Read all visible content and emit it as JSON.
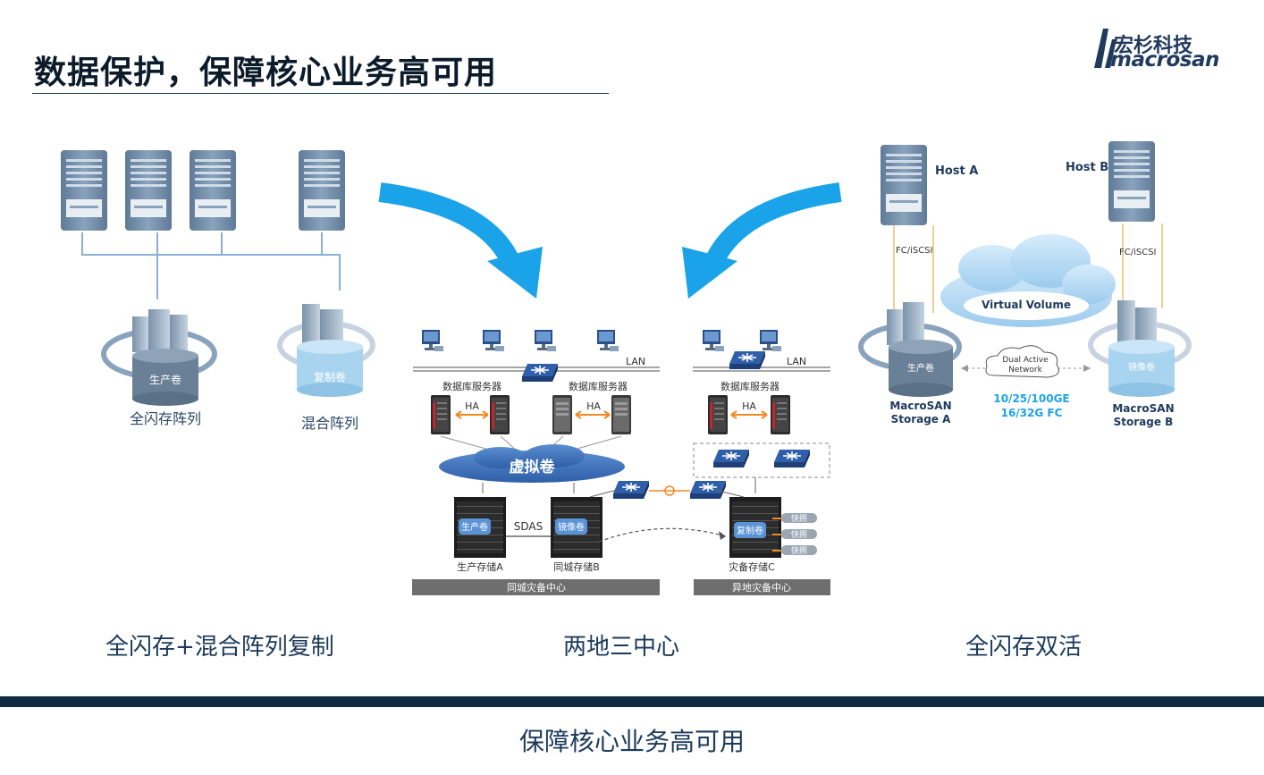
{
  "header": {
    "title": "数据保护，保障核心业务高可用",
    "logo_cn": "宏杉科技",
    "logo_en": "macrosan"
  },
  "left": {
    "vol1": "生产卷",
    "vol2": "复制卷",
    "label1": "全闪存阵列",
    "label2": "混合阵列",
    "caption": "全闪存+混合阵列复制"
  },
  "center": {
    "lan1": "LAN",
    "lan2": "LAN",
    "db1": "数据库服务器",
    "db2": "数据库服务器",
    "db3": "数据库服务器",
    "ha1": "HA",
    "ha2": "HA",
    "ha3": "HA",
    "virtual": "虚拟卷",
    "prod_vol": "生产卷",
    "mirror_vol": "镜像卷",
    "copy_vol": "复制卷",
    "sdas": "SDAS",
    "snap": "快照",
    "storage_a": "生产存储A",
    "storage_b": "同城存储B",
    "storage_c": "灾备存储C",
    "dc1": "同城灾备中心",
    "dc2": "异地灾备中心",
    "caption": "两地三中心"
  },
  "right": {
    "host_a": "Host A",
    "host_b": "Host B",
    "fc_a": "FC/iSCSI",
    "fc_b": "FC/iSCSI",
    "virtual_volume": "Virtual Volume",
    "dual_active_1": "Dual Active",
    "dual_active_2": "Network",
    "speed_1": "10/25/100GE",
    "speed_2": "16/32G FC",
    "vol_a": "生产卷",
    "vol_b": "镜像卷",
    "storage_a_1": "MacroSAN",
    "storage_a_2": "Storage A",
    "storage_b_1": "MacroSAN",
    "storage_b_2": "Storage B",
    "caption": "全闪存双活"
  },
  "footer": {
    "text": "保障核心业务高可用"
  },
  "colors": {
    "accent_blue": "#1aa3e8",
    "navy": "#0e2a3e",
    "server_gray": "#6d89a6",
    "cylinder_gray": "#6a8096",
    "cylinder_light": "#a9d4ef",
    "cloud_light": "#b8ddf5",
    "virtual_cloud": "#3d6fb6",
    "ha_orange": "#f08a24"
  }
}
